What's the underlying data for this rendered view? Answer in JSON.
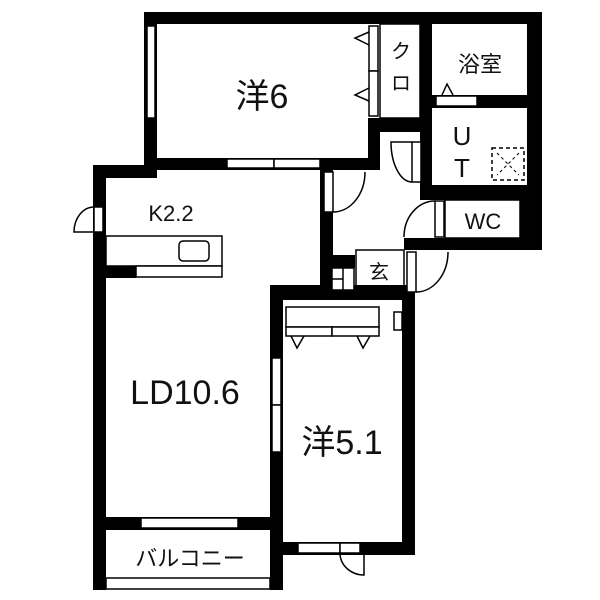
{
  "floorplan": {
    "rooms": {
      "western_6": "洋6",
      "closet": "クロ",
      "bathroom": "浴室",
      "utility_u": "U",
      "utility_t": "T",
      "wc": "WC",
      "kitchen": "K2.2",
      "entrance": "玄",
      "living_dining": "LD10.6",
      "western_5_1": "洋5.1",
      "balcony": "バルコニー"
    }
  }
}
